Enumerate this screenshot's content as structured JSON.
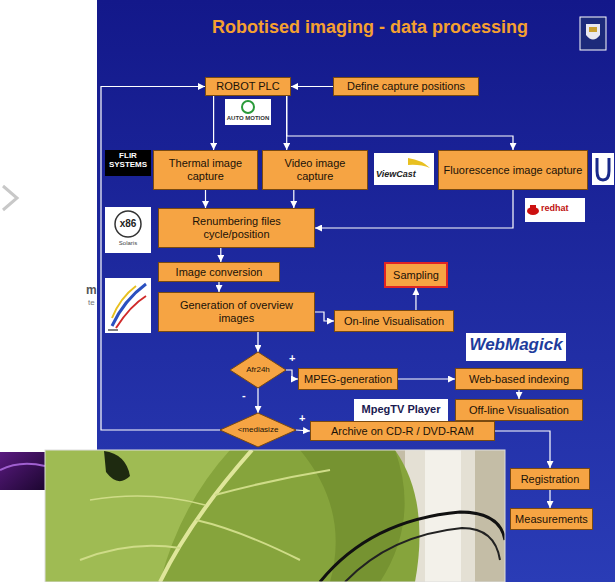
{
  "diagram": {
    "title": "Robotised imaging - data processing",
    "nodes": [
      {
        "text": [
          "ROBOT PLC"
        ]
      },
      {
        "text": [
          "Define capture positions"
        ]
      },
      {
        "text": [
          "Thermal image capture"
        ]
      },
      {
        "text": [
          "Video image capture"
        ]
      },
      {
        "text": [
          "Fluorescence image capture"
        ]
      },
      {
        "text": [
          "Renumbering files cycle/position"
        ]
      },
      {
        "text": [
          "Image conversion"
        ]
      },
      {
        "text": [
          "Sampling"
        ]
      },
      {
        "text": [
          "Generation of overview images"
        ]
      },
      {
        "text": [
          "On-line Visualisation"
        ]
      },
      {
        "text": [
          "Afr24h"
        ]
      },
      {
        "text": [
          "MPEG-generation"
        ]
      },
      {
        "text": [
          "Web-based indexing"
        ]
      },
      {
        "text": [
          "Off-line Visualisation"
        ]
      },
      {
        "text": [
          "<mediasize"
        ]
      },
      {
        "text": [
          "Archive on CD-R / DVD-RAM"
        ]
      },
      {
        "text": [
          "Registration"
        ]
      },
      {
        "text": [
          "Measurements"
        ]
      }
    ],
    "edges": [
      {
        "from": 1,
        "to": 0,
        "arrow": "to"
      },
      {
        "from": 0,
        "to": 2,
        "arrow": "to"
      },
      {
        "from": 0,
        "to": 3,
        "arrow": "to"
      },
      {
        "from": 0,
        "to": 4,
        "arrow": "to"
      },
      {
        "from": 2,
        "to": 5,
        "arrow": "to"
      },
      {
        "from": 3,
        "to": 5,
        "arrow": "to"
      },
      {
        "from": 4,
        "to": 5,
        "arrow": "to"
      },
      {
        "from": 5,
        "to": 6,
        "arrow": "to"
      },
      {
        "from": 6,
        "to": 8,
        "arrow": "to"
      },
      {
        "from": 8,
        "to": 9,
        "arrow": "to"
      },
      {
        "from": 9,
        "to": 7,
        "arrow": "to"
      },
      {
        "from": 8,
        "to": 10,
        "arrow": "to"
      },
      {
        "from": 10,
        "to": 11,
        "label": "+",
        "arrow": "to"
      },
      {
        "from": 10,
        "to": 14,
        "label": "-",
        "arrow": "to"
      },
      {
        "from": 11,
        "to": 12,
        "arrow": "to"
      },
      {
        "from": 12,
        "to": 13,
        "arrow": "to"
      },
      {
        "from": 14,
        "to": 15,
        "label": "+",
        "arrow": "to"
      },
      {
        "from": 14,
        "to": 0,
        "arrow": "to"
      },
      {
        "from": 15,
        "to": 16,
        "arrow": "to"
      },
      {
        "from": 16,
        "to": 17,
        "arrow": "to"
      }
    ],
    "labels": [
      "AUTO MOTION",
      "FLIR SYSTEMS",
      "ViewCast",
      "redhat",
      "x86",
      "Solaris",
      "WebMagick",
      "MpegTV Player",
      "m",
      "te"
    ]
  }
}
